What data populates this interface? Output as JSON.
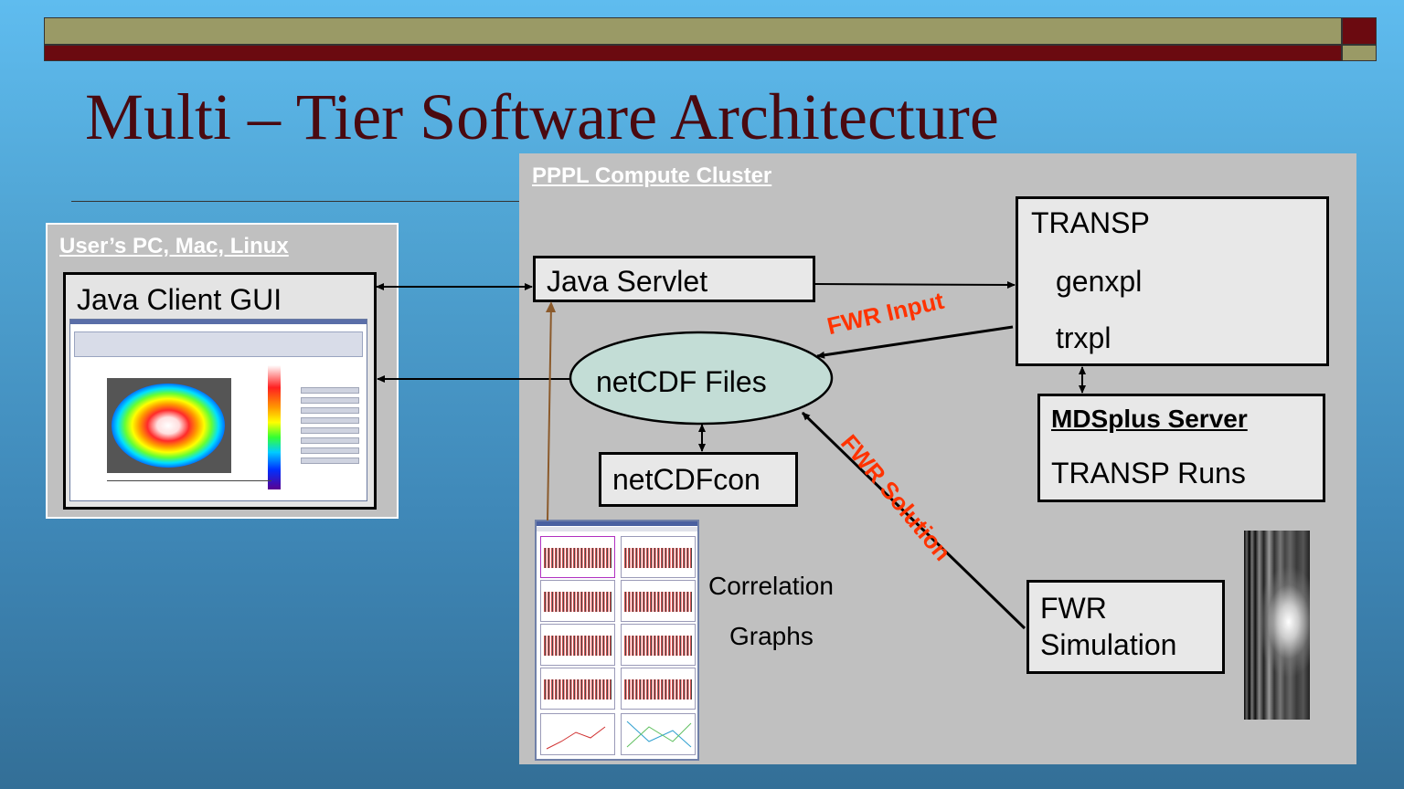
{
  "slide": {
    "title": "Multi – Tier Software Architecture"
  },
  "user_pc": {
    "label": "User’s PC, Mac, Linux",
    "client_gui": "Java Client GUI"
  },
  "cluster": {
    "label": "PPPL Compute Cluster",
    "servlet": "Java Servlet",
    "netcdf_files": "netCDF  Files",
    "netcdfcon": "netCDFcon",
    "transp": {
      "title": "TRANSP",
      "items": [
        "genxpl",
        "trxpl"
      ]
    },
    "mdsplus": {
      "title": "MDSplus Server",
      "subtitle": "TRANSP  Runs"
    },
    "fwr": {
      "line1": "FWR",
      "line2": "Simulation"
    },
    "correlation": {
      "line1": "Correlation",
      "line2": "Graphs"
    }
  },
  "edge_labels": {
    "fwr_input": "FWR  Input",
    "fwr_solution": "FWR Solution"
  },
  "colors": {
    "title": "#4a0a10",
    "edge_label": "#ff3300",
    "panel": "#c0c0c0",
    "maroon_bar": "#6b0a10",
    "olive_bar": "#9a9a66"
  }
}
